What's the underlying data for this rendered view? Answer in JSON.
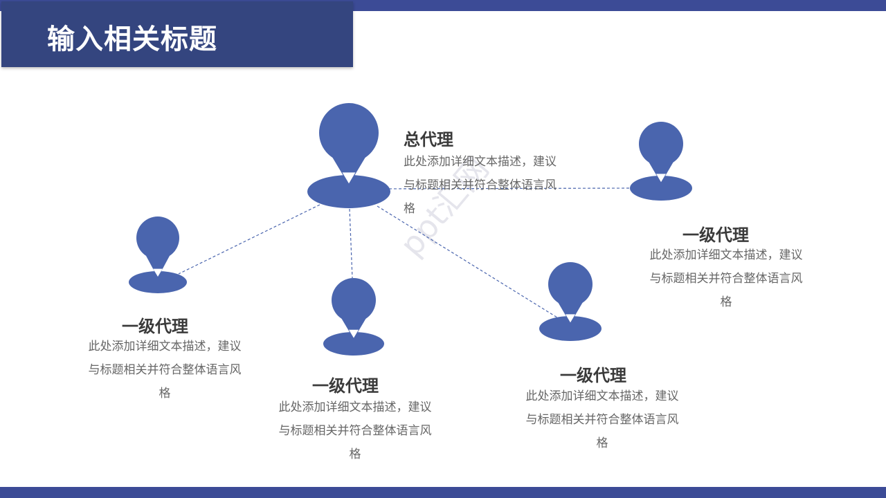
{
  "header": {
    "title": "输入相关标题"
  },
  "colors": {
    "accent": "#4a65ae",
    "header_bg": "#34457f",
    "bar": "#3c4b96",
    "line": "#4a65ae"
  },
  "watermark": "ppt汇网",
  "nodes": [
    {
      "id": "center",
      "title": "总代理",
      "desc": "此处添加详细文本描述，建议与标题相关并符合整体语言风格"
    },
    {
      "id": "right",
      "title": "一级代理",
      "desc": "此处添加详细文本描述，建议与标题相关并符合整体语言风格"
    },
    {
      "id": "left",
      "title": "一级代理",
      "desc": "此处添加详细文本描述，建议与标题相关并符合整体语言风格"
    },
    {
      "id": "middle",
      "title": "一级代理",
      "desc": "此处添加详细文本描述，建议与标题相关并符合整体语言风格"
    },
    {
      "id": "lower-right",
      "title": "一级代理",
      "desc": "此处添加详细文本描述，建议与标题相关并符合整体语言风格"
    }
  ],
  "edges": [
    [
      "center",
      "right"
    ],
    [
      "center",
      "left"
    ],
    [
      "center",
      "middle"
    ],
    [
      "center",
      "lower-right"
    ]
  ]
}
